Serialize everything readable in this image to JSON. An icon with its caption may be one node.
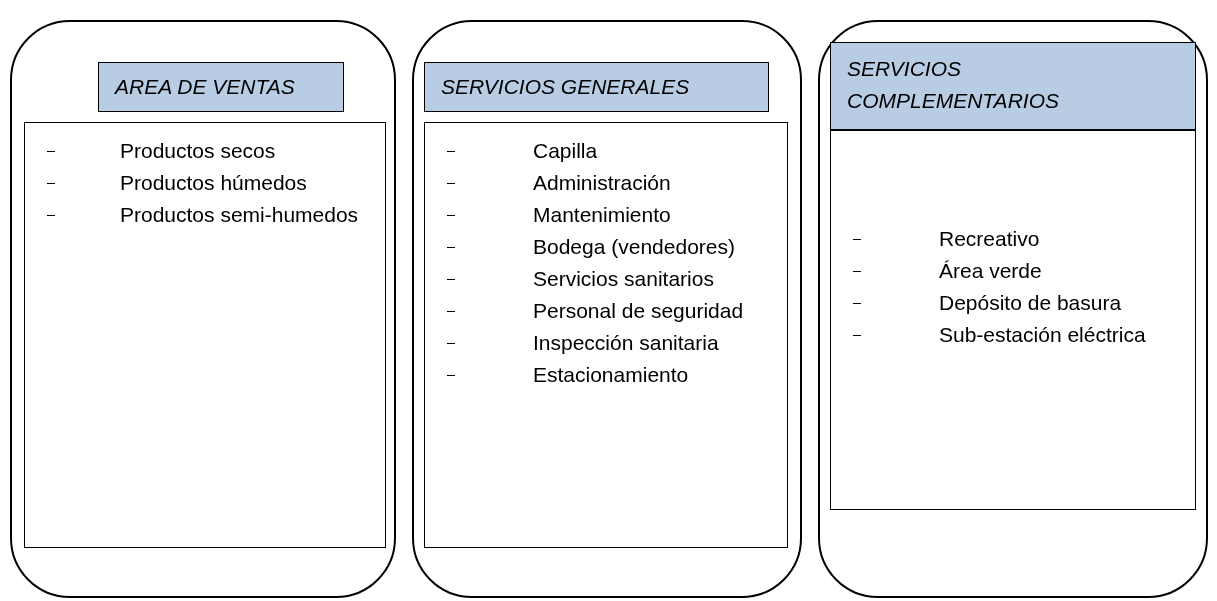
{
  "diagram": {
    "nodes": [
      {
        "text": [],
        "shape": "box"
      },
      {
        "text": [
          "AREA DE VENTAS"
        ],
        "in": 0
      },
      {
        "text": [
          "Productos secos",
          "Productos húmedos",
          "Productos semi-humedos"
        ],
        "in": 0
      },
      {
        "text": [],
        "shape": "box"
      },
      {
        "text": [
          "SERVICIOS GENERALES"
        ],
        "in": 3
      },
      {
        "text": [
          "Capilla",
          "Administración",
          "Mantenimiento",
          "Bodega (vendedores)",
          "Servicios sanitarios",
          "Personal de seguridad",
          "Inspección sanitaria",
          "Estacionamiento"
        ],
        "in": 3
      },
      {
        "text": [],
        "shape": "box"
      },
      {
        "text": [
          "SERVICIOS COMPLEMENTARIOS"
        ],
        "in": 6
      },
      {
        "text": [
          "Recreativo",
          "Área verde",
          "Depósito de basura",
          "Sub-estación eléctrica"
        ],
        "in": 6
      }
    ],
    "edges": []
  }
}
